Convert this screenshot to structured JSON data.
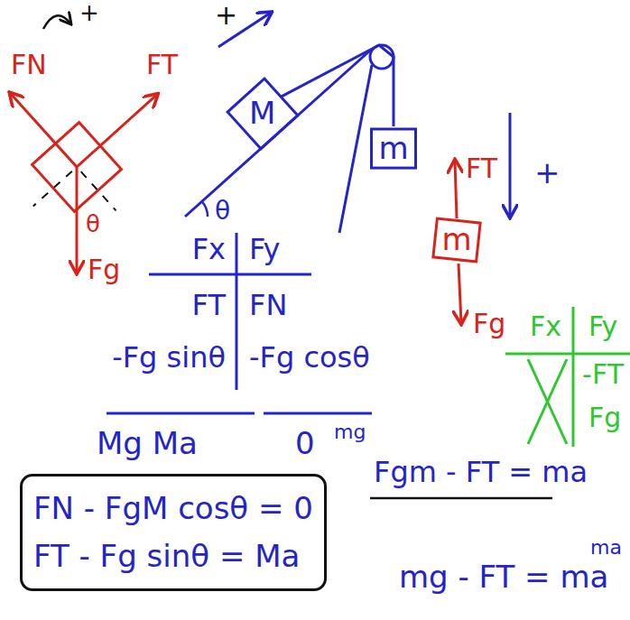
{
  "diagram": {
    "nodes": [
      {
        "text": [
          "M"
        ]
      },
      {
        "text": [
          "m"
        ]
      },
      {
        "text": [
          "m"
        ]
      },
      {
        "text": [
          "FN - FgM cosθ = 0",
          "FT - Fg sinθ = Ma"
        ]
      }
    ],
    "edges": [
      {
        "from": 0,
        "to": 1,
        "arrow": "none"
      }
    ],
    "labels": [
      "+",
      "FN",
      "FT",
      "θ",
      "Fg",
      "+",
      "θ",
      "FT",
      "Fg",
      "+",
      "Fx",
      "Fy",
      "FT",
      "FN",
      "-Fg sinθ",
      "-Fg cosθ",
      "Mg Ma",
      "0",
      "mg",
      "Fgm - FT = ma",
      "ma",
      "mg - FT = ma",
      "Fx",
      "Fy",
      "-FT",
      "Fg"
    ]
  }
}
